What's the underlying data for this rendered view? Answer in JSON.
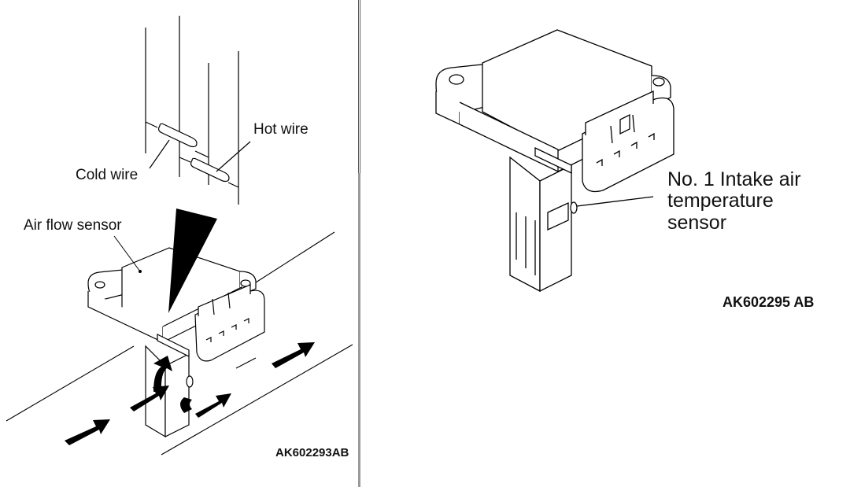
{
  "left_figure": {
    "labels": {
      "hot_wire": "Hot wire",
      "cold_wire": "Cold wire",
      "air_flow_sensor": "Air flow sensor"
    },
    "figure_code": "AK602293AB"
  },
  "right_figure": {
    "label_lines": [
      "No. 1 Intake air",
      "temperature",
      "sensor"
    ],
    "figure_code": "AK602295 AB"
  }
}
